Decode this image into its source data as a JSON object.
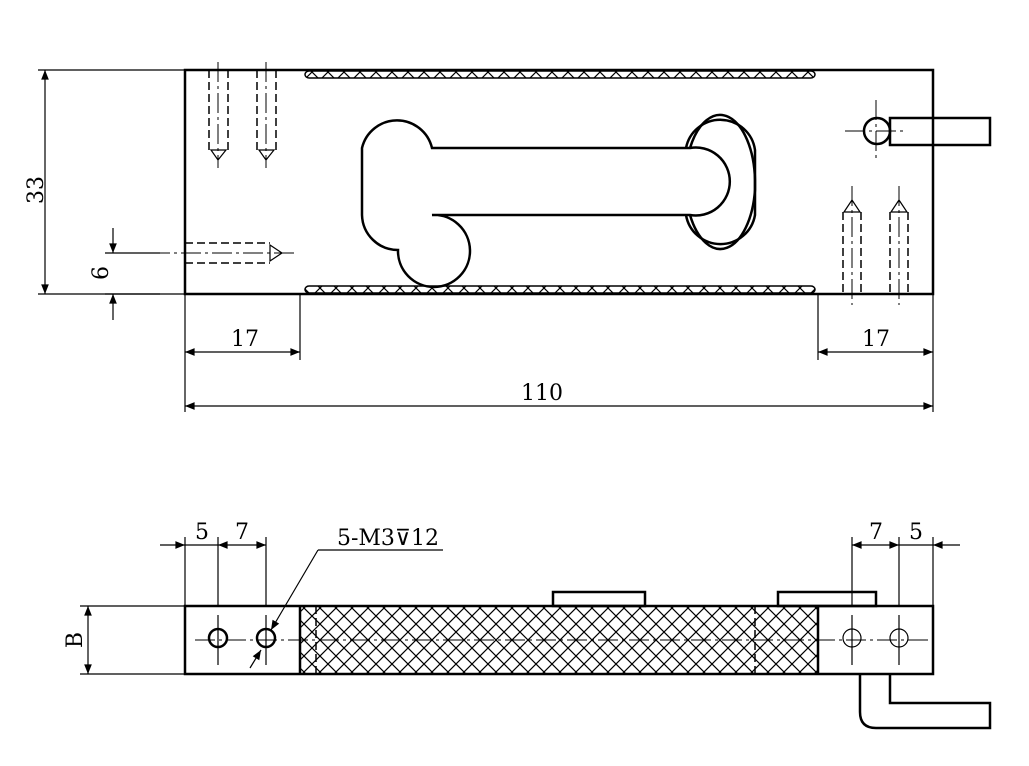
{
  "top_view": {
    "dim_height": "33",
    "dim_hole_offset": "6",
    "dim_left_band": "17",
    "dim_right_band": "17",
    "dim_length": "110"
  },
  "side_view": {
    "dim_left_edge": "5",
    "dim_left_pitch": "7",
    "thread_callout": "5-M3⊽12",
    "dim_right_pitch": "7",
    "dim_right_edge": "5",
    "dim_thickness": "B"
  }
}
